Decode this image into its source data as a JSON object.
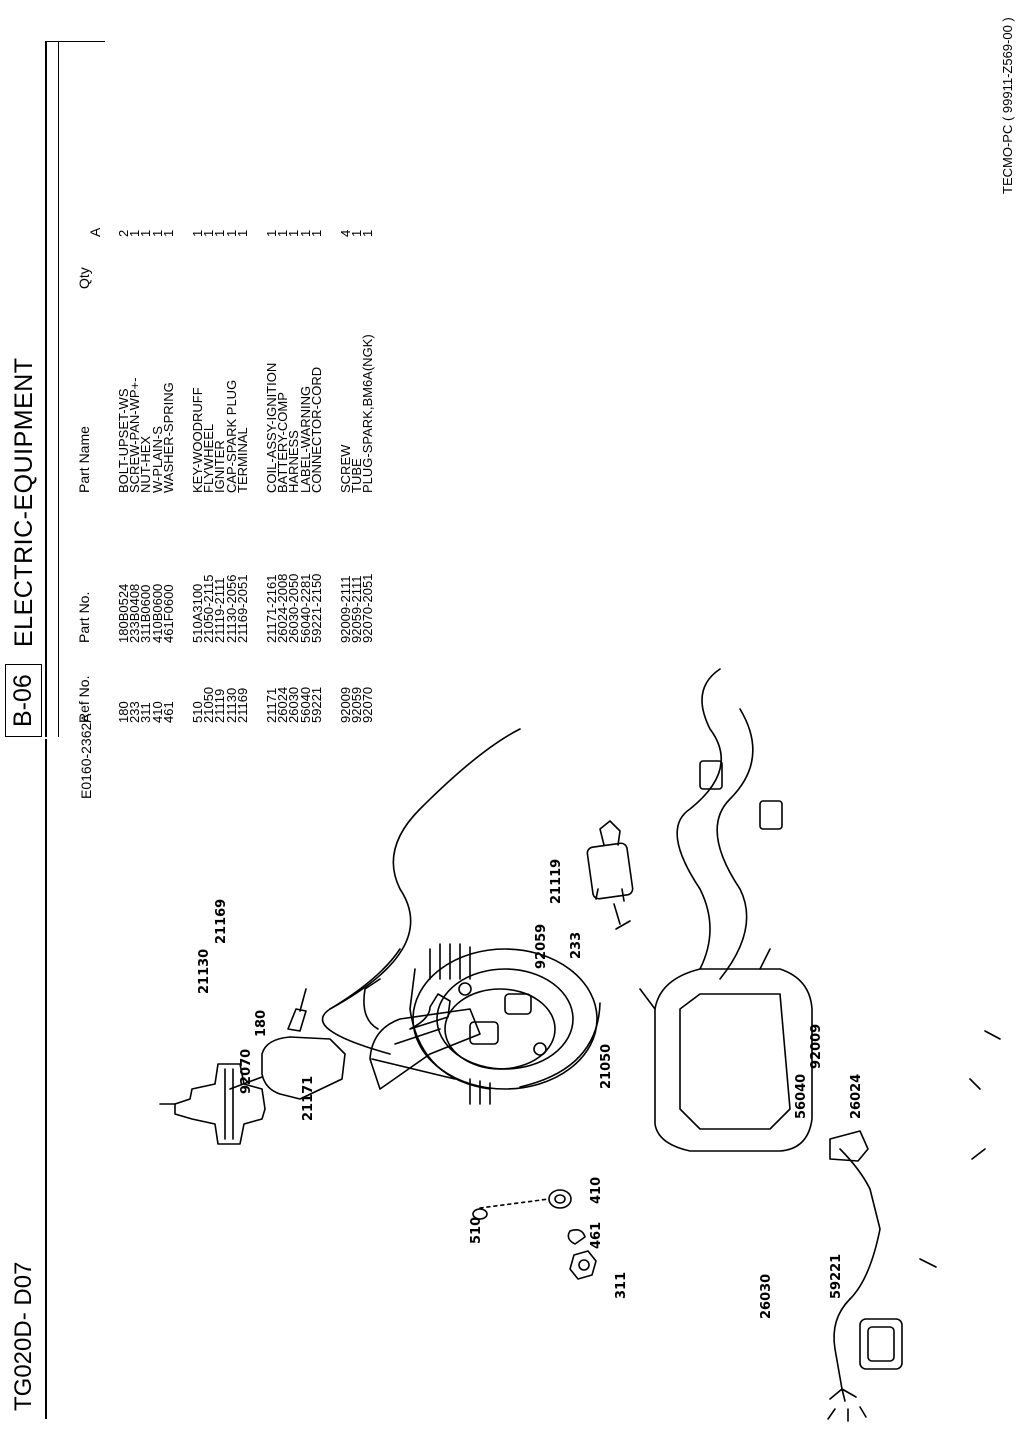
{
  "header": {
    "model": "TG020D- D07",
    "page_code": "B-06",
    "section_title": "ELECTRIC-EQUIPMENT",
    "figure_code": "E0160-2362A"
  },
  "table": {
    "columns": {
      "ref": "Ref No.",
      "part": "Part No.",
      "name": "Part Name",
      "qty": "Qty",
      "qty_sub": "A"
    },
    "groups": [
      {
        "rows": [
          {
            "ref": "180",
            "part": "180B0524",
            "name": "BOLT-UPSET-WS",
            "qty": "2"
          },
          {
            "ref": "233",
            "part": "233B0408",
            "name": "SCREW-PAN-WP+-",
            "qty": "1"
          },
          {
            "ref": "311",
            "part": "311B0600",
            "name": "NUT-HEX",
            "qty": "1"
          },
          {
            "ref": "410",
            "part": "410B0600",
            "name": "W-PLAIN-S",
            "qty": "1"
          },
          {
            "ref": "461",
            "part": "461F0600",
            "name": "WASHER-SPRING",
            "qty": "1"
          }
        ]
      },
      {
        "rows": [
          {
            "ref": "510",
            "part": "510A3100",
            "name": "KEY-WOODRUFF",
            "qty": "1"
          },
          {
            "ref": "21050",
            "part": "21050-2115",
            "name": "FLYWHEEL",
            "qty": "1"
          },
          {
            "ref": "21119",
            "part": "21119-2111",
            "name": "IGNITER",
            "qty": "1"
          },
          {
            "ref": "21130",
            "part": "21130-2056",
            "name": "CAP-SPARK PLUG",
            "qty": "1"
          },
          {
            "ref": "21169",
            "part": "21169-2051",
            "name": "TERMINAL",
            "qty": "1"
          }
        ]
      },
      {
        "rows": [
          {
            "ref": "21171",
            "part": "21171-2161",
            "name": "COIL-ASSY-IGNITION",
            "qty": "1"
          },
          {
            "ref": "26024",
            "part": "26024-2008",
            "name": "BATTERY-COMP",
            "qty": "1"
          },
          {
            "ref": "26030",
            "part": "26030-2050",
            "name": "HARNESS",
            "qty": "1"
          },
          {
            "ref": "56040",
            "part": "56040-2281",
            "name": "LABEL-WARNING",
            "qty": "1"
          },
          {
            "ref": "59221",
            "part": "59221-2150",
            "name": "CONNECTOR-CORD",
            "qty": "1"
          }
        ]
      },
      {
        "rows": [
          {
            "ref": "92009",
            "part": "92009-2111",
            "name": "SCREW",
            "qty": "4"
          },
          {
            "ref": "92059",
            "part": "92059-2111",
            "name": "TUBE",
            "qty": "1"
          },
          {
            "ref": "92070",
            "part": "92070-2051",
            "name": "PLUG-SPARK,BM6A(NGK)",
            "qty": "1"
          }
        ]
      }
    ]
  },
  "diagram": {
    "callouts": {
      "c180": "180",
      "c21169": "21169",
      "c21130": "21130",
      "c92070": "92070",
      "c21171": "21171",
      "c92059": "92059",
      "c233": "233",
      "c21119": "21119",
      "c21050": "21050",
      "c92009": "92009",
      "c26024": "26024",
      "c56040": "56040",
      "c410": "410",
      "c461": "461",
      "c510": "510",
      "c311": "311",
      "c26030": "26030",
      "c59221": "59221"
    }
  },
  "footer": {
    "doc_code": "TECMO-PC ( 99911-Z569-00 )"
  }
}
